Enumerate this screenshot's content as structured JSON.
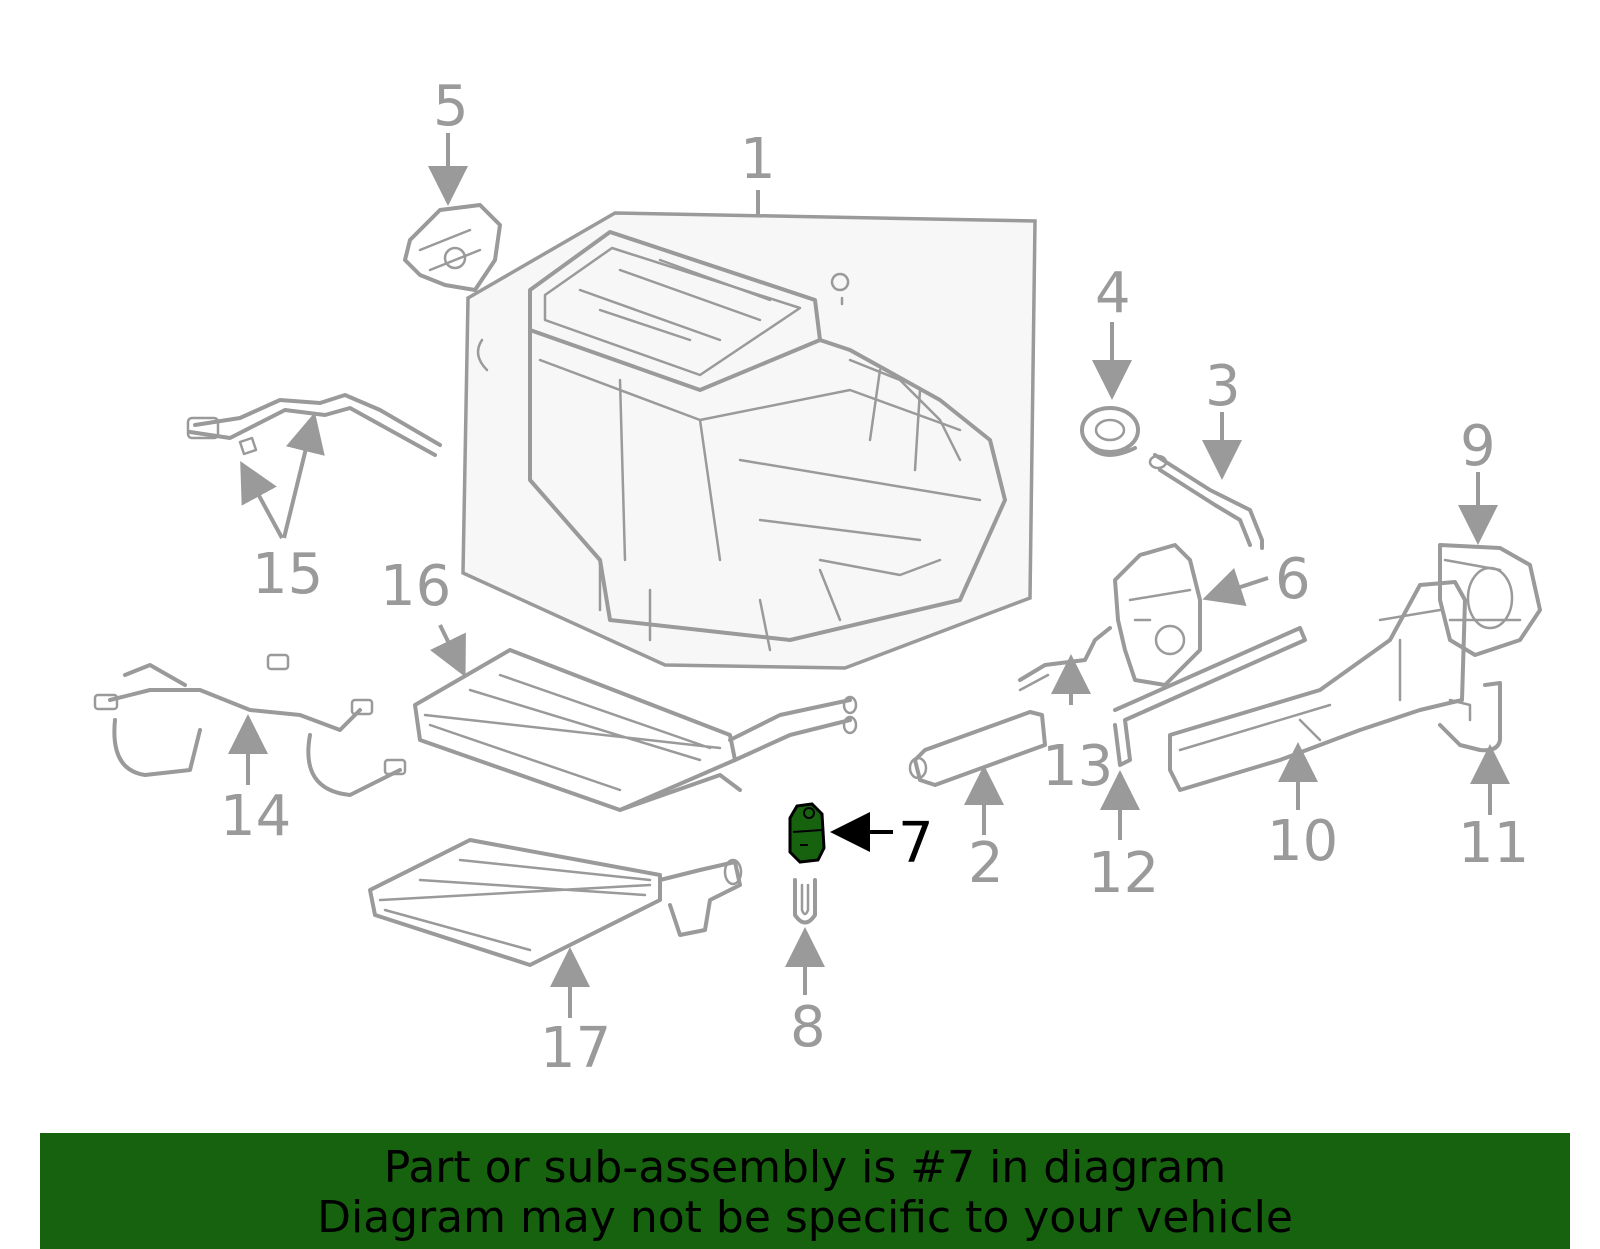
{
  "diagram": {
    "highlight_color": "#17620f",
    "line_color": "#9a9a9a",
    "callouts": [
      {
        "id": "1",
        "label": "1"
      },
      {
        "id": "2",
        "label": "2"
      },
      {
        "id": "3",
        "label": "3"
      },
      {
        "id": "4",
        "label": "4"
      },
      {
        "id": "5",
        "label": "5"
      },
      {
        "id": "6",
        "label": "6"
      },
      {
        "id": "7",
        "label": "7"
      },
      {
        "id": "8",
        "label": "8"
      },
      {
        "id": "9",
        "label": "9"
      },
      {
        "id": "10",
        "label": "10"
      },
      {
        "id": "11",
        "label": "11"
      },
      {
        "id": "12",
        "label": "12"
      },
      {
        "id": "13",
        "label": "13"
      },
      {
        "id": "14",
        "label": "14"
      },
      {
        "id": "15",
        "label": "15"
      },
      {
        "id": "16",
        "label": "16"
      },
      {
        "id": "17",
        "label": "17"
      }
    ]
  },
  "banner": {
    "line1": "Part or sub-assembly is #7 in diagram",
    "line2": "Diagram may not be specific to your vehicle",
    "background": "#17620f"
  }
}
